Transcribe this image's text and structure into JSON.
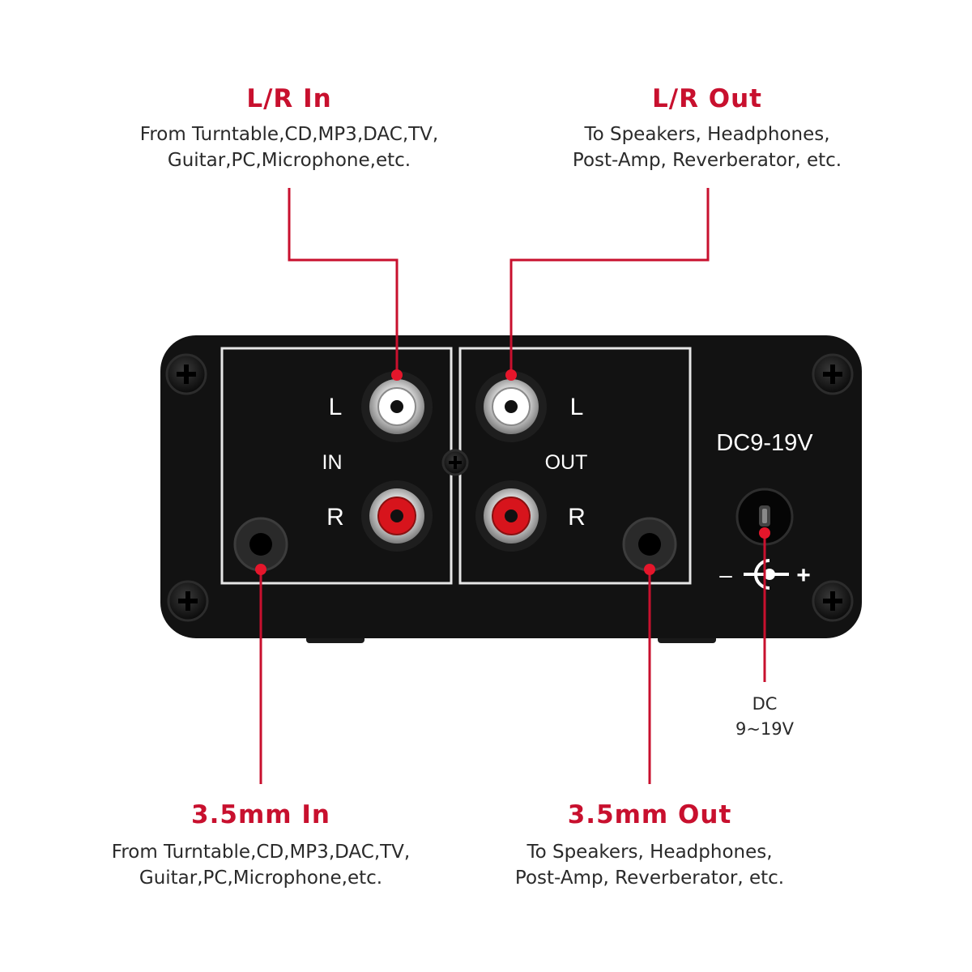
{
  "callouts": {
    "lr_in": {
      "title": "L/R  In",
      "desc": [
        "From Turntable,CD,MP3,DAC,TV,",
        "Guitar,PC,Microphone,etc."
      ]
    },
    "lr_out": {
      "title": "L/R  Out",
      "desc": [
        "To Speakers, Headphones,",
        "Post-Amp, Reverberator, etc."
      ]
    },
    "mm_in": {
      "title": "3.5mm In",
      "desc": [
        "From Turntable,CD,MP3,DAC,TV,",
        "Guitar,PC,Microphone,etc."
      ]
    },
    "mm_out": {
      "title": "3.5mm Out",
      "desc": [
        "To Speakers, Headphones,",
        "Post-Amp, Reverberator, etc."
      ]
    },
    "dc": {
      "desc": [
        "DC",
        "9~19V"
      ]
    }
  },
  "panel": {
    "in_left": "L",
    "in_label": "IN",
    "in_right": "R",
    "out_left": "L",
    "out_label": "OUT",
    "out_right": "R",
    "power_label": "DC9-19V",
    "polarity_minus": "–",
    "polarity_plus": "+"
  },
  "colors": {
    "accent": "#c8102e",
    "device_body": "#121212",
    "text": "#2a2a2a",
    "rca_left": "#ffffff",
    "rca_right": "#d7141c"
  }
}
